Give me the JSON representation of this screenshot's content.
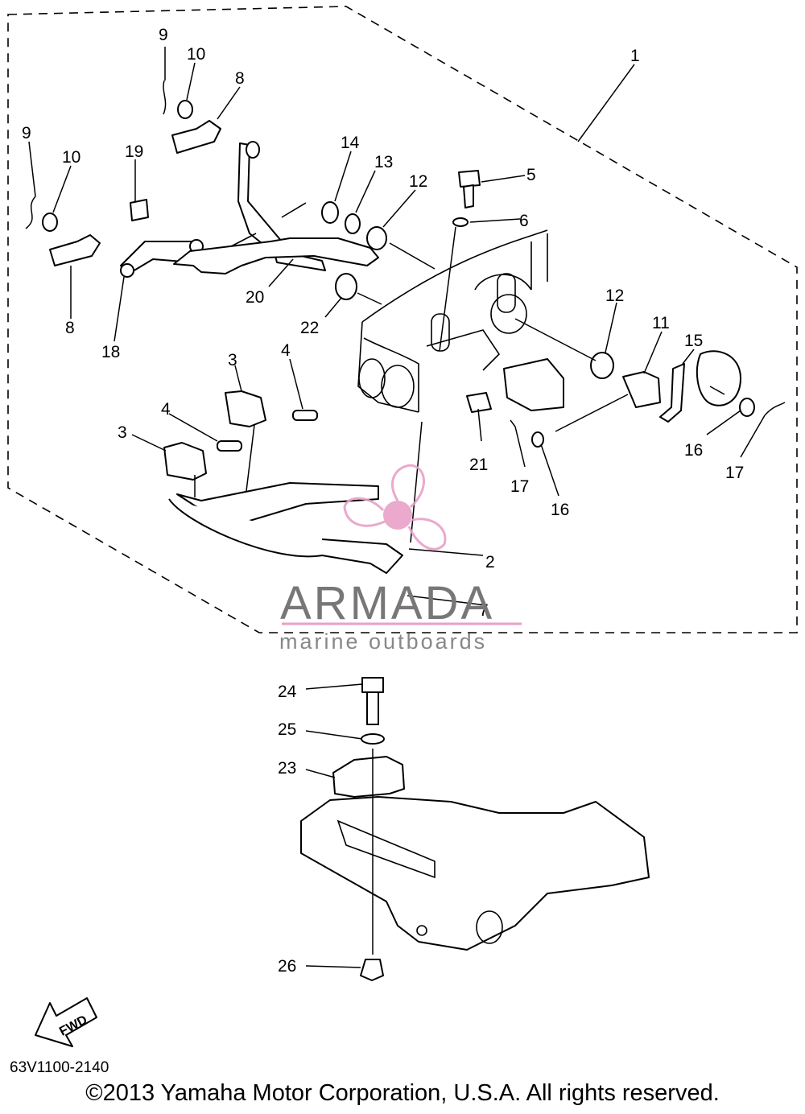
{
  "callouts": [
    {
      "id": "1",
      "label": "1"
    },
    {
      "id": "2",
      "label": "2"
    },
    {
      "id": "3a",
      "label": "3"
    },
    {
      "id": "3b",
      "label": "3"
    },
    {
      "id": "4a",
      "label": "4"
    },
    {
      "id": "4b",
      "label": "4"
    },
    {
      "id": "5",
      "label": "5"
    },
    {
      "id": "6",
      "label": "6"
    },
    {
      "id": "7",
      "label": "7"
    },
    {
      "id": "8a",
      "label": "8"
    },
    {
      "id": "8b",
      "label": "8"
    },
    {
      "id": "9a",
      "label": "9"
    },
    {
      "id": "9b",
      "label": "9"
    },
    {
      "id": "10a",
      "label": "10"
    },
    {
      "id": "10b",
      "label": "10"
    },
    {
      "id": "11",
      "label": "11"
    },
    {
      "id": "12a",
      "label": "12"
    },
    {
      "id": "12b",
      "label": "12"
    },
    {
      "id": "13",
      "label": "13"
    },
    {
      "id": "14",
      "label": "14"
    },
    {
      "id": "15",
      "label": "15"
    },
    {
      "id": "16a",
      "label": "16"
    },
    {
      "id": "16b",
      "label": "16"
    },
    {
      "id": "17a",
      "label": "17"
    },
    {
      "id": "17b",
      "label": "17"
    },
    {
      "id": "18",
      "label": "18"
    },
    {
      "id": "19",
      "label": "19"
    },
    {
      "id": "20",
      "label": "20"
    },
    {
      "id": "21",
      "label": "21"
    },
    {
      "id": "22",
      "label": "22"
    },
    {
      "id": "23",
      "label": "23"
    },
    {
      "id": "24",
      "label": "24"
    },
    {
      "id": "25",
      "label": "25"
    },
    {
      "id": "26",
      "label": "26"
    }
  ],
  "direction_arrow": {
    "label": "FWD",
    "icon": "fwd-arrow-icon"
  },
  "reference_code": "63V1100-2140",
  "copyright": "©2013 Yamaha Motor Corporation, U.S.A. All rights reserved.",
  "watermark": {
    "title": "ARMADA",
    "subtitle": "marine outboards",
    "color": "#e8a0c8"
  }
}
